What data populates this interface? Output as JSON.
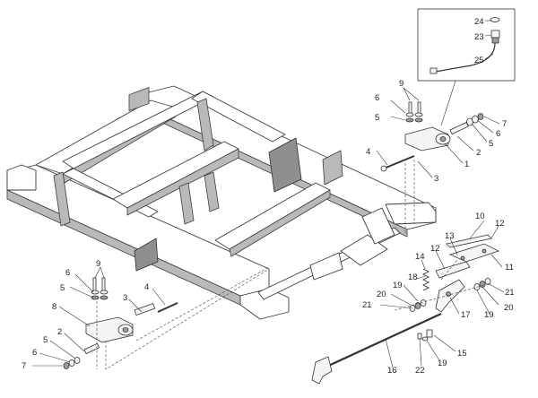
{
  "diagram": {
    "part_numbers": [
      "1",
      "2",
      "3",
      "4",
      "5",
      "6",
      "7",
      "8",
      "9",
      "10",
      "11",
      "12",
      "13",
      "14",
      "15",
      "16",
      "17",
      "18",
      "19",
      "20",
      "21",
      "22",
      "23",
      "24",
      "25"
    ]
  },
  "callouts": [
    {
      "ref": "24",
      "text": "24"
    },
    {
      "ref": "23",
      "text": "23"
    },
    {
      "ref": "25",
      "text": "25"
    },
    {
      "ref": "9",
      "text": "9"
    },
    {
      "ref": "6",
      "text": "6"
    },
    {
      "ref": "5",
      "text": "5"
    },
    {
      "ref": "7",
      "text": "7"
    },
    {
      "ref": "6",
      "text": "6"
    },
    {
      "ref": "5",
      "text": "5"
    },
    {
      "ref": "2",
      "text": "2"
    },
    {
      "ref": "4",
      "text": "4"
    },
    {
      "ref": "1",
      "text": "1"
    },
    {
      "ref": "3",
      "text": "3"
    },
    {
      "ref": "10",
      "text": "10"
    },
    {
      "ref": "12",
      "text": "12"
    },
    {
      "ref": "13",
      "text": "13"
    },
    {
      "ref": "12",
      "text": "12"
    },
    {
      "ref": "14",
      "text": "14"
    },
    {
      "ref": "11",
      "text": "11"
    },
    {
      "ref": "18",
      "text": "18"
    },
    {
      "ref": "19",
      "text": "19"
    },
    {
      "ref": "21",
      "text": "21"
    },
    {
      "ref": "20",
      "text": "20"
    },
    {
      "ref": "19",
      "text": "19"
    },
    {
      "ref": "20",
      "text": "20"
    },
    {
      "ref": "21",
      "text": "21"
    },
    {
      "ref": "17",
      "text": "17"
    },
    {
      "ref": "15",
      "text": "15"
    },
    {
      "ref": "19",
      "text": "19"
    },
    {
      "ref": "22",
      "text": "22"
    },
    {
      "ref": "16",
      "text": "16"
    },
    {
      "ref": "9",
      "text": "9"
    },
    {
      "ref": "6",
      "text": "6"
    },
    {
      "ref": "5",
      "text": "5"
    },
    {
      "ref": "4",
      "text": "4"
    },
    {
      "ref": "3",
      "text": "3"
    },
    {
      "ref": "8",
      "text": "8"
    },
    {
      "ref": "2",
      "text": "2"
    },
    {
      "ref": "5",
      "text": "5"
    },
    {
      "ref": "6",
      "text": "6"
    },
    {
      "ref": "7",
      "text": "7"
    }
  ]
}
